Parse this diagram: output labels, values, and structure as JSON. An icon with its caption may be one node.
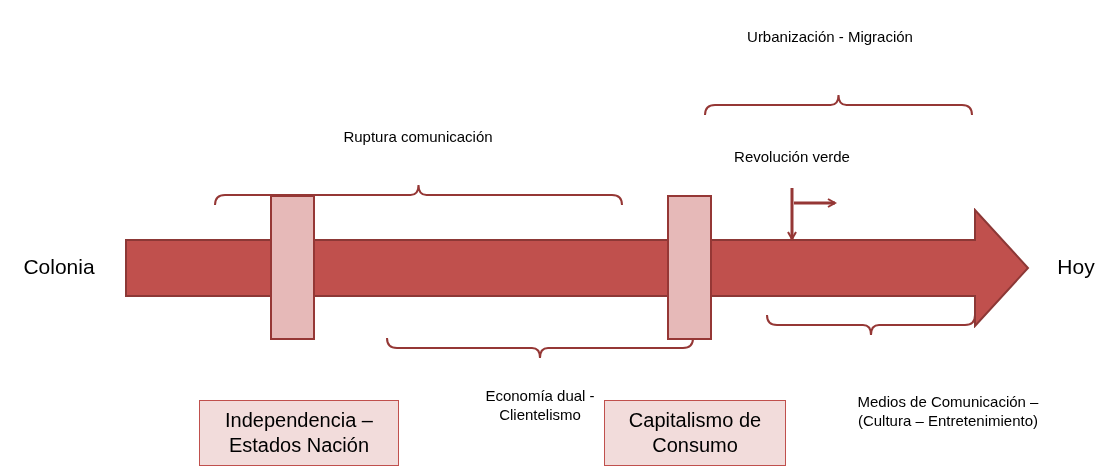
{
  "diagram": {
    "nodes": [
      {
        "text": [],
        "shape": "arrow"
      },
      {
        "text": [],
        "shape": "bar"
      },
      {
        "text": [],
        "shape": "bar"
      },
      {
        "text": [
          "Revolución verde"
        ]
      },
      {
        "text": [
          "Independencia – Estados Nación"
        ]
      },
      {
        "text": [
          "Capitalismo de Consumo"
        ]
      }
    ],
    "edges": [
      {
        "from": 3,
        "to": 0,
        "arrow": "to"
      }
    ],
    "labels": [
      "Urbanización - Migración",
      "Ruptura comunicación",
      "Colonia",
      "Hoy",
      "Economía dual - Clientelismo",
      "Medios de Comunicación – (Cultura – Entretenimiento)"
    ]
  }
}
